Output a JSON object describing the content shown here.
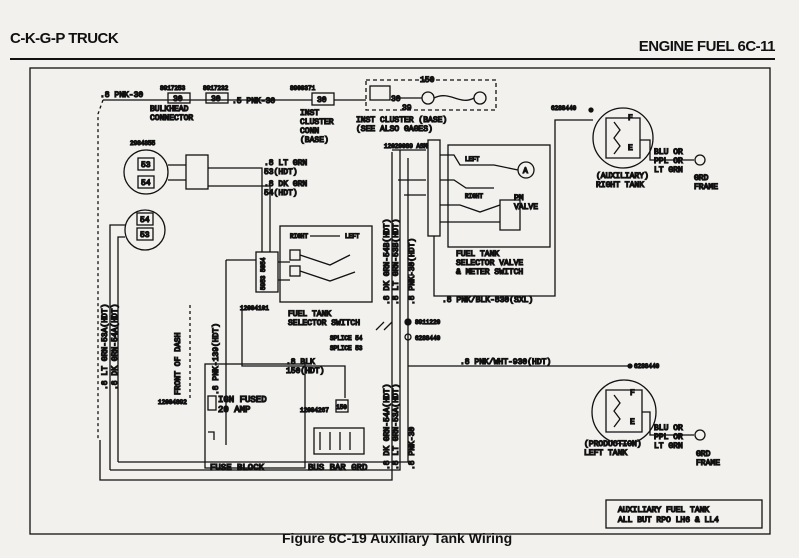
{
  "header": {
    "left": "C-K-G-P TRUCK",
    "right": "ENGINE FUEL 6C-11"
  },
  "caption": "Figure 6C-19 Auxiliary Tank Wiring",
  "diagram": {
    "wire_pnk30_a": ".8 PNK-30",
    "part_8917253": "8917253",
    "part_8917232": "8917232",
    "bulkhead_label": "BULKHEAD\nCONNECTOR",
    "wire_pnk30_b": ".5 PNK-30",
    "part_8900371": "8900371",
    "inst_cluster_conn": "INST\nCLUSTER\nCONN\n(BASE)",
    "inst_cluster_base": "INST CLUSTER (BASE)\n(SEE ALSO GAGES)",
    "pin_30": "30",
    "pin_150": "150",
    "pin_39": "39",
    "part_2984855": "2984855",
    "pin_53": "53",
    "pin_54": "54",
    "wire_lt_grn_53": ".8 LT GRN\n53(HDT)",
    "wire_dk_grn_54": ".8 DK GRN\n54(HDT)",
    "part_12020089": "12020089 ASM",
    "part_6288440_a": "6288440",
    "aux_right_tank": "(AUXILIARY)\nRIGHT TANK",
    "blu_ppl_ltgrn_a": "BLU OR\nPPL OR\nLT GRN",
    "grd_frame_a": "GRD\nFRAME",
    "left_label": "LEFT",
    "right_label": "RIGHT",
    "pm_valve": "PM\nVALVE",
    "meter_a": "A",
    "fuel_tank_selector_valve": "FUEL TANK\nSELECTOR VALVE\n& METER SWITCH",
    "wire_dk_grn_54b": ".8 DK GRN-54B(HDT)",
    "wire_lt_grn_53b": ".8 LT GRN-53B(HDT)",
    "wire_pnk_30_hdt": ".8 PNK-30(HDT)",
    "wire_pnk_blk_830": ".8 PNK/BLK-830(SXL)",
    "wire_pnk_139": ".8 PNK-139(HDT)",
    "part_12004101": "12004101",
    "selector_switch_label": "FUEL TANK\nSELECTOR SWITCH",
    "switch_right": "RIGHT",
    "switch_left": "LEFT",
    "conn_53": "53",
    "conn_54": "54",
    "wire_lt_grn_53a": ".8 LT GRN-53A(HDT)",
    "wire_dk_grn_54a": ".8 DK GRN-54A(HDT)",
    "front_of_dash": "FRONT OF DASH",
    "part_8911220": "8911220",
    "part_6288440_b": "6288440",
    "splice_54": "SPLICE 54",
    "splice_53": "SPLICE 53",
    "wire_pnk_wht_930": ".8 PNK/WHT-930(HDT)",
    "part_6288440_c": "6288440",
    "wire_blk_150": ".8 BLK\n150(HDT)",
    "part_12004892": "12004892",
    "ign_fused": "IGN FUSED\n20 AMP",
    "part_12004267": "12004267",
    "pin_150b": "150",
    "fuse_block": "FUSE BLOCK",
    "bus_bar_grd": "BUS BAR GRD",
    "wire_dk_grn_54a_v": ".8 DK GRN-54A(HDT)",
    "wire_lt_grn_53a_v": ".8 LT GRN-53A(HDT)",
    "wire_pnk_30_v": ".8 PNK-30",
    "prod_left_tank": "(PRODUCTION)\nLEFT TANK",
    "blu_ppl_ltgrn_b": "BLU OR\nPPL OR\nLT GRN",
    "grd_frame_b": "GRD\nFRAME",
    "sender_f": "F",
    "sender_e": "E",
    "note_box": "AUXILIARY FUEL TANK\nALL BUT RPO LH6 & LL4"
  }
}
